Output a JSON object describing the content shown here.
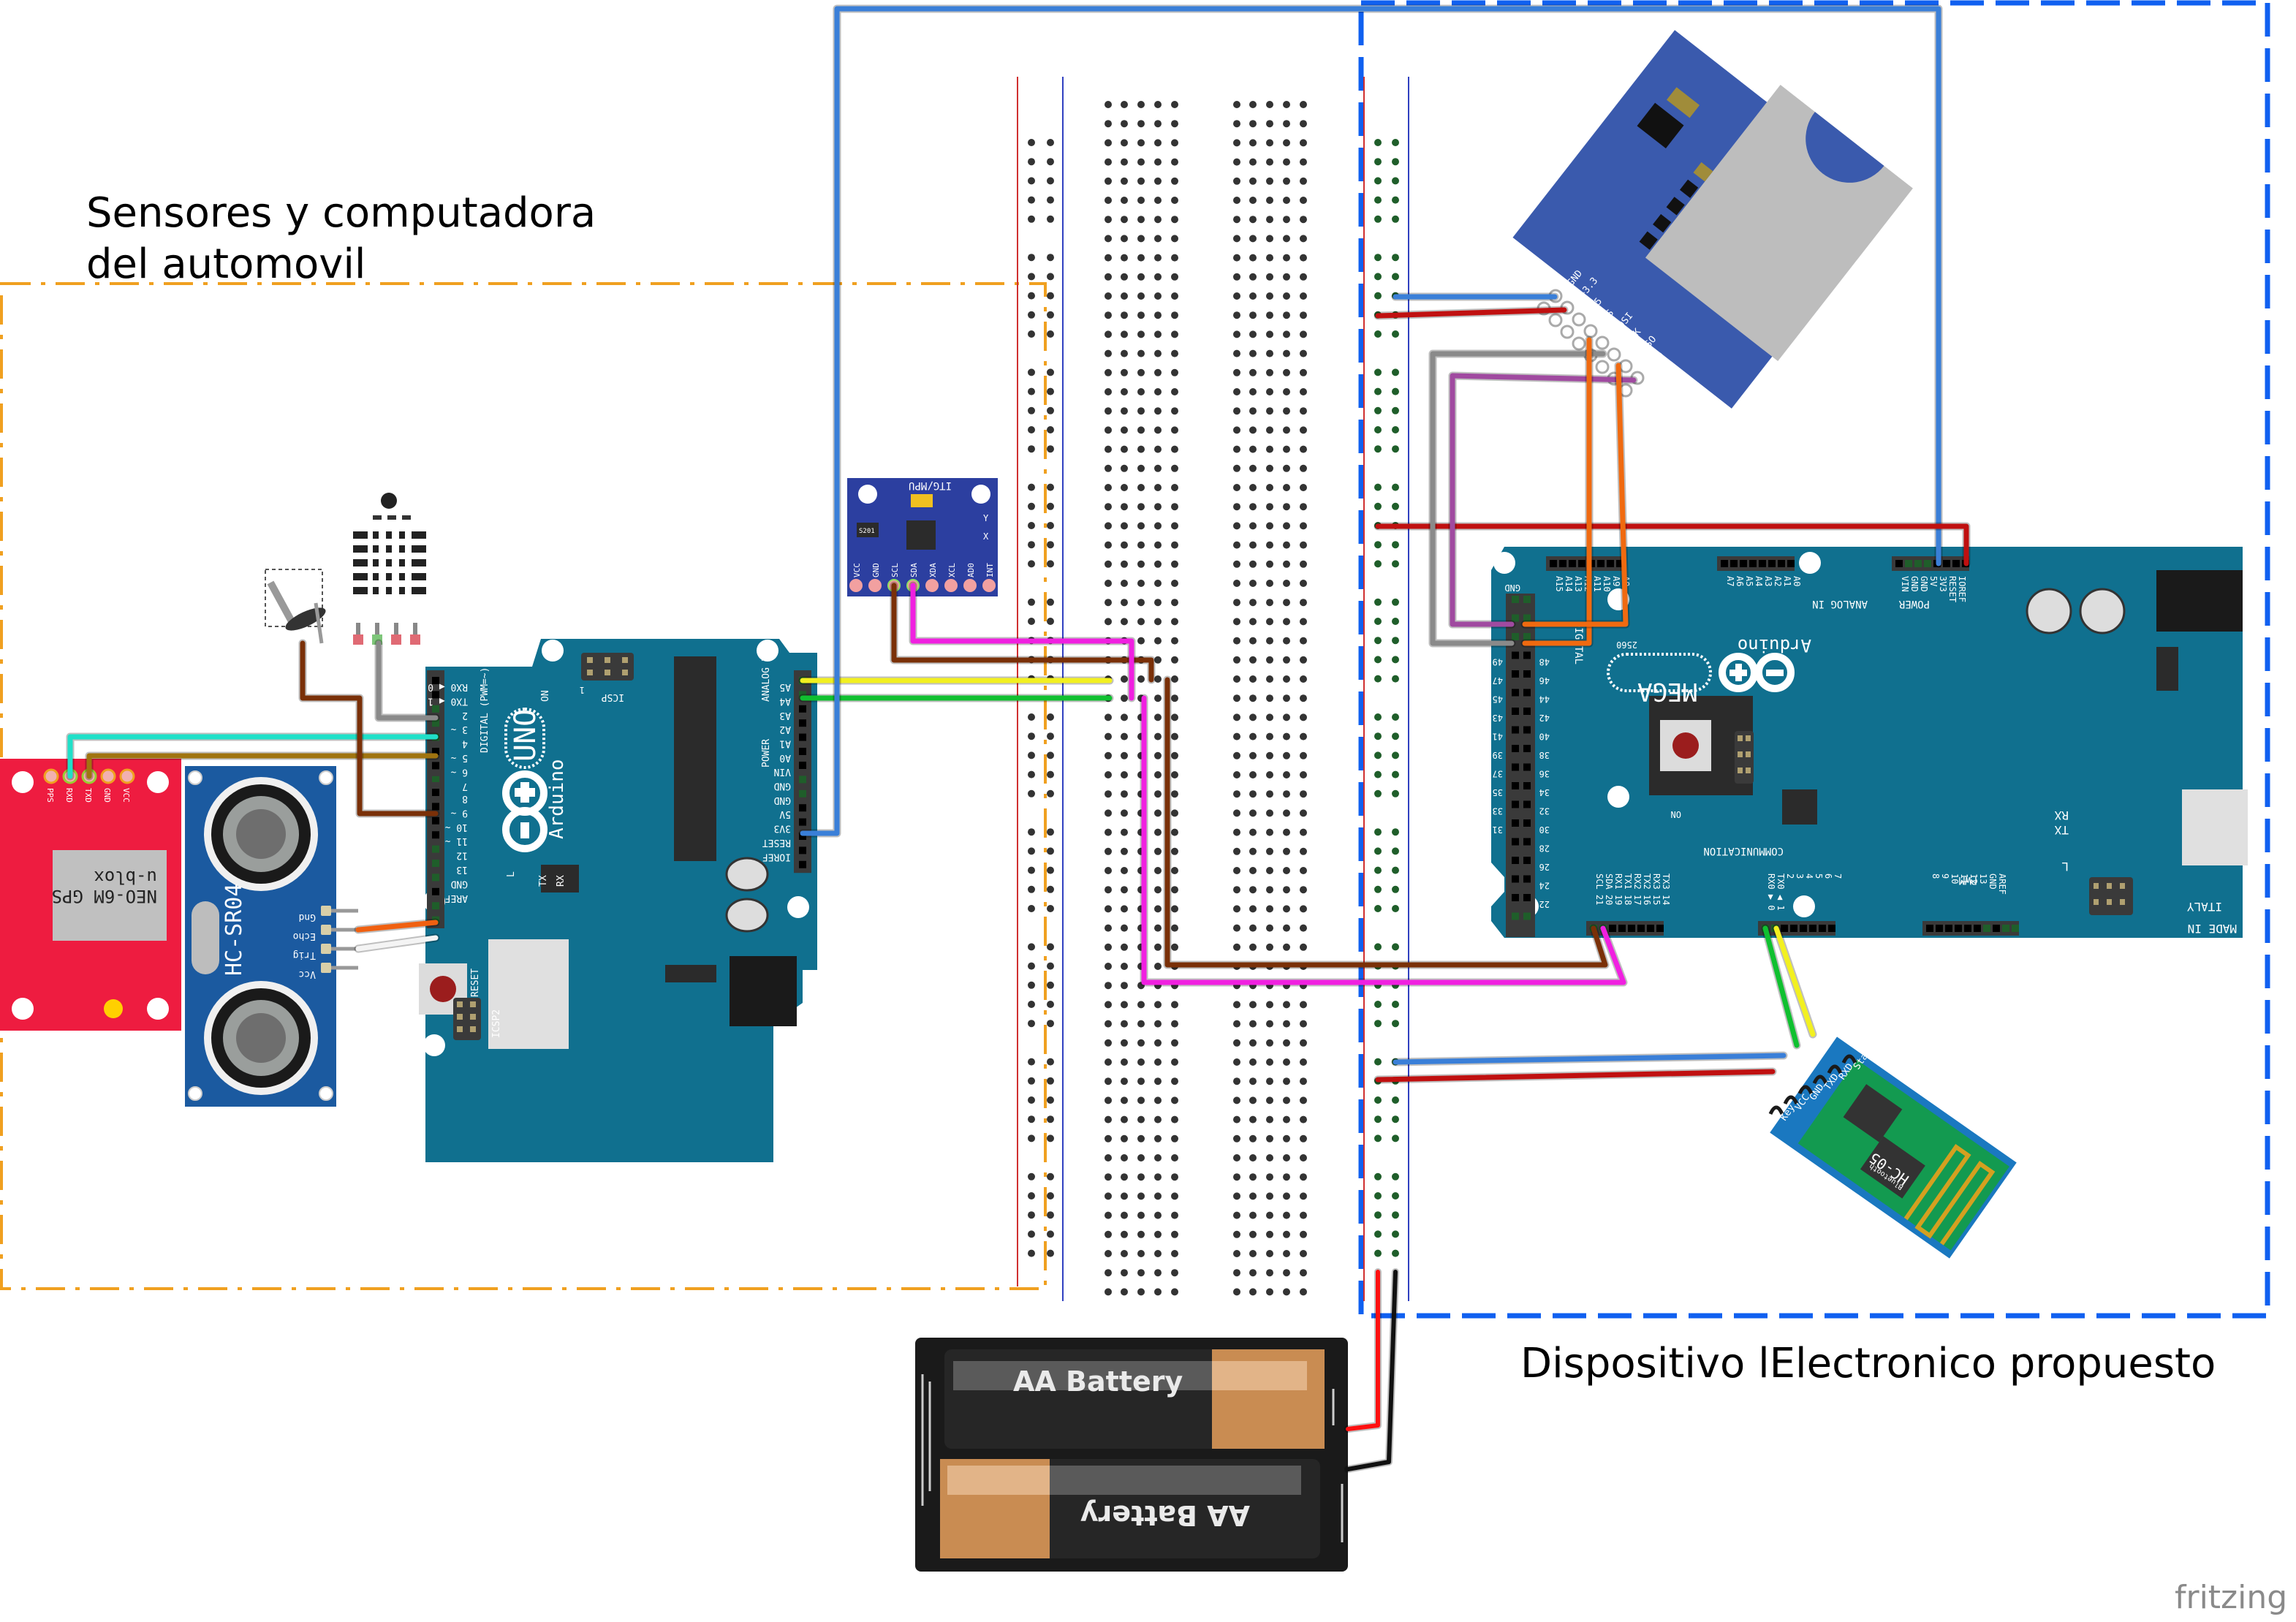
{
  "captions": {
    "left_group_line1": "Sensores y computadora",
    "left_group_line2": "del automovil",
    "right_group": "Dispositivo lElectronico propuesto",
    "watermark": "fritzing"
  },
  "colors": {
    "left_group_border": "#f0a020",
    "right_group_border": "#1060f0",
    "uno_board": "#10708f",
    "mega_board": "#10708f",
    "gps_board": "#ee1c40",
    "sonar_board": "#1b5aa0",
    "sd_board": "#3a5aad",
    "bt_board": "#1a78c0",
    "imu_board": "#2c3fa0"
  },
  "components": {
    "gps": {
      "title": "NEO-6M GPS",
      "brand": "u-blox",
      "pins": [
        "PPS",
        "RXD",
        "TXD",
        "GND",
        "VCC"
      ]
    },
    "sonar": {
      "title": "HC-SR04",
      "pins": [
        "Gnd",
        "Echo",
        "Trig",
        "Vcc"
      ]
    },
    "imu": {
      "title": "ITG/MPU",
      "chip_label": "S201",
      "pins": [
        "VCC",
        "GND",
        "SCL",
        "SDA",
        "XDA",
        "XCL",
        "AD0",
        "INT"
      ],
      "axis_y": "Y",
      "axis_x": "X"
    },
    "uno": {
      "brand": "Arduino",
      "model": "UNO",
      "digital_label": "DIGITAL (PWM=~)",
      "digital_pins": [
        "RX0 ◀ 0",
        "TX0 ◀ 1",
        "2",
        "3 ~",
        "4",
        "5 ~",
        "6 ~",
        "7",
        "8",
        "9 ~",
        "10 ~",
        "11 ~",
        "12",
        "13",
        "GND",
        "AREF"
      ],
      "analog_label": "ANALOG IN",
      "analog_pins": [
        "A5",
        "A4",
        "A3",
        "A2",
        "A1",
        "A0"
      ],
      "power_label": "POWER",
      "power_pins": [
        "VIN",
        "GND",
        "GND",
        "5V",
        "3V3",
        "RESET",
        "IOREF"
      ],
      "icsp_label": "ICSP",
      "icsp2_label": "ICSP2",
      "icsp_pin1": "1",
      "on_label": "ON",
      "l_label": "L",
      "tx_label": "TX",
      "rx_label": "RX",
      "reset_label": "RESET"
    },
    "mega": {
      "brand": "Arduino",
      "model": "MEGA",
      "chip": "2560",
      "analog_label": "ANALOG IN",
      "analog_pins": [
        "A15",
        "A14",
        "A13",
        "A12",
        "A11",
        "A10",
        "A9",
        "A8",
        "A7",
        "A6",
        "A5",
        "A4",
        "A3",
        "A2",
        "A1",
        "A0"
      ],
      "power_label": "POWER",
      "power_pins": [
        "VIN",
        "GND",
        "GND",
        "5V",
        "3V3",
        "RESET",
        "IOREF"
      ],
      "comm_label": "COMMUNICATION",
      "comm_pins": [
        "SCL 21",
        "SDA 20",
        "RX1 19",
        "TX1 18",
        "RX2 17",
        "TX2 16",
        "RX3 15",
        "TX3 14",
        "RX0 ▶ 0",
        "TX0 ◀ 1"
      ],
      "pwm_label": "PWM",
      "pwm_pins": [
        "2",
        "3",
        "4",
        "5",
        "6",
        "7",
        "8",
        "9",
        "10",
        "11",
        "12",
        "13",
        "GND",
        "AREF"
      ],
      "digital_label": "DIGITAL",
      "double_row_pins": [
        "48",
        "46",
        "44",
        "42",
        "40",
        "38",
        "36",
        "34",
        "32",
        "30",
        "28",
        "26",
        "24",
        "22"
      ],
      "double_row_pins_left": [
        "49",
        "47",
        "45",
        "43",
        "41",
        "39",
        "37",
        "35",
        "33",
        "31"
      ],
      "gnd_label": "GND",
      "v5_label": "5V",
      "on_label": "ON",
      "rx_label": "RX",
      "tx_label": "TX",
      "l_label": "L",
      "made_in_1": "MADE IN",
      "made_in_2": "ITALY"
    },
    "sd": {
      "pins": [
        "GND",
        "+3.3",
        "+5",
        "CS",
        "MOSI",
        "SCK",
        "MISO",
        "GND"
      ]
    },
    "bluetooth": {
      "title": "HC-05",
      "subtitle": "Bluetooth",
      "pins": [
        "Key",
        "VCC",
        "GND",
        "TXD",
        "RXD",
        "State"
      ]
    },
    "battery": {
      "label_top": "AA Battery",
      "label_bottom": "AA Battery"
    }
  }
}
